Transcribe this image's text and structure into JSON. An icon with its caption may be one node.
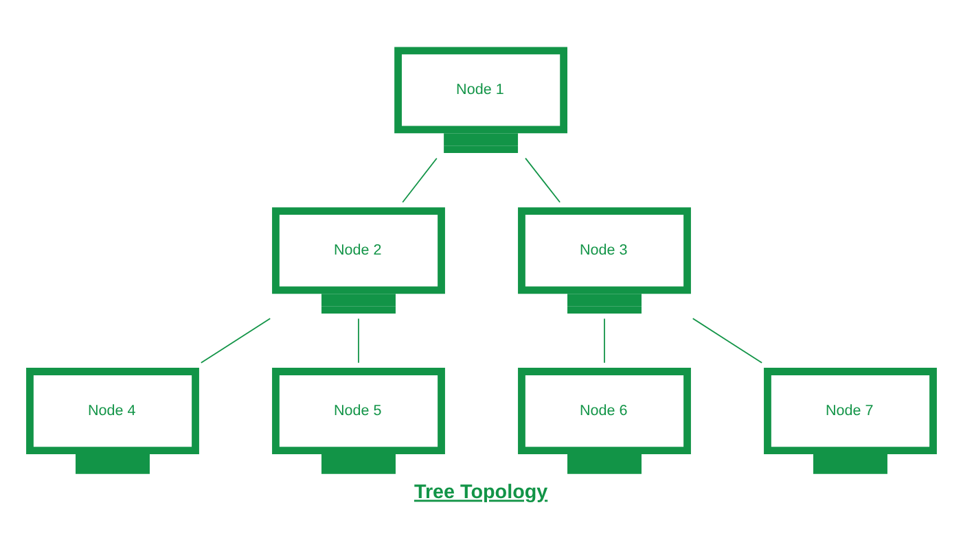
{
  "diagram": {
    "title": "Tree Topology",
    "nodes": [
      {
        "text": [
          "Node 1"
        ]
      },
      {
        "text": [
          "Node 2"
        ]
      },
      {
        "text": [
          "Node 3"
        ]
      },
      {
        "text": [
          "Node 4"
        ]
      },
      {
        "text": [
          "Node 5"
        ]
      },
      {
        "text": [
          "Node 6"
        ]
      },
      {
        "text": [
          "Node 7"
        ]
      }
    ],
    "edges": [
      {
        "from": 0,
        "to": 1,
        "arrow": "none"
      },
      {
        "from": 0,
        "to": 2,
        "arrow": "none"
      },
      {
        "from": 1,
        "to": 3,
        "arrow": "none"
      },
      {
        "from": 1,
        "to": 4,
        "arrow": "none"
      },
      {
        "from": 2,
        "to": 5,
        "arrow": "none"
      },
      {
        "from": 2,
        "to": 6,
        "arrow": "none"
      }
    ]
  }
}
